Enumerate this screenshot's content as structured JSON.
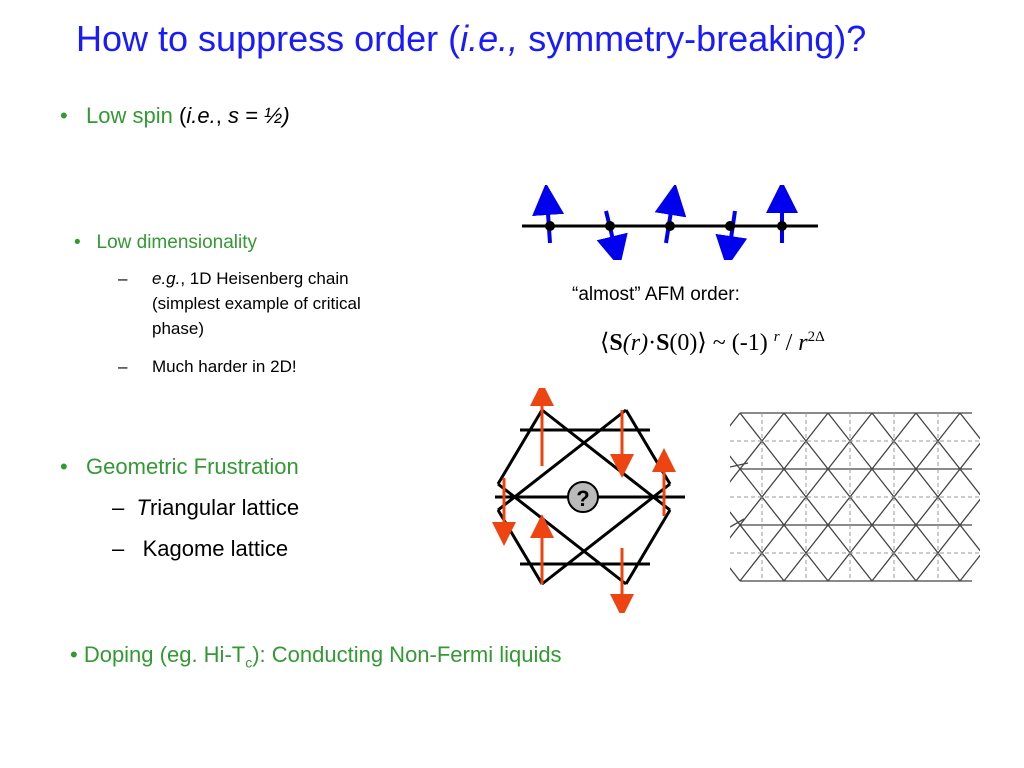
{
  "title": {
    "main": "How to suppress order (",
    "italic": "i.e.,",
    "rest": " symmetry-breaking)?"
  },
  "bullet1": {
    "marker": "•",
    "label": "Low spin",
    "paren_open": " (",
    "ie": "i.e.",
    "comma": ", ",
    "s": "s",
    "eq": " = ½)"
  },
  "bullet2": {
    "marker": "•",
    "label": "Low dimensionality",
    "sub1_dash": "–",
    "sub1_eg": "e.g.",
    "sub1_text1": ", 1D Heisenberg chain",
    "sub1_text2": "(simplest example of critical",
    "sub1_text3": "phase)",
    "sub2_dash": "–",
    "sub2_text": "Much harder in 2D!"
  },
  "afm": {
    "label": "“almost” AFM order:",
    "eq_lang": "⟨",
    "eq_S1": "S",
    "eq_r1": "(r)",
    "eq_dot": "·",
    "eq_S2": "S",
    "eq_zero": "(0)",
    "eq_rang": "⟩",
    "eq_tilde": " ~ (-1) ",
    "eq_rsup": "r",
    "eq_slash": " / ",
    "eq_r2": "r",
    "eq_exp": "2Δ"
  },
  "bullet3": {
    "marker": "•",
    "label": "Geometric Frustration",
    "sub1_dash": "–",
    "sub1_T": "T",
    "sub1_text": "riangular lattice",
    "sub2_dash": "–",
    "sub2_text": "Kagome lattice"
  },
  "question": "?",
  "bullet4": {
    "marker": "•",
    "text1": " Doping (eg. Hi-T",
    "sub": "c",
    "text2": "):  Conducting Non-Fermi liquids"
  },
  "colors": {
    "title": "#1a1aff",
    "bullet": "#339933",
    "spin_blue": "#0000ee",
    "spin_red": "#ee4411"
  }
}
